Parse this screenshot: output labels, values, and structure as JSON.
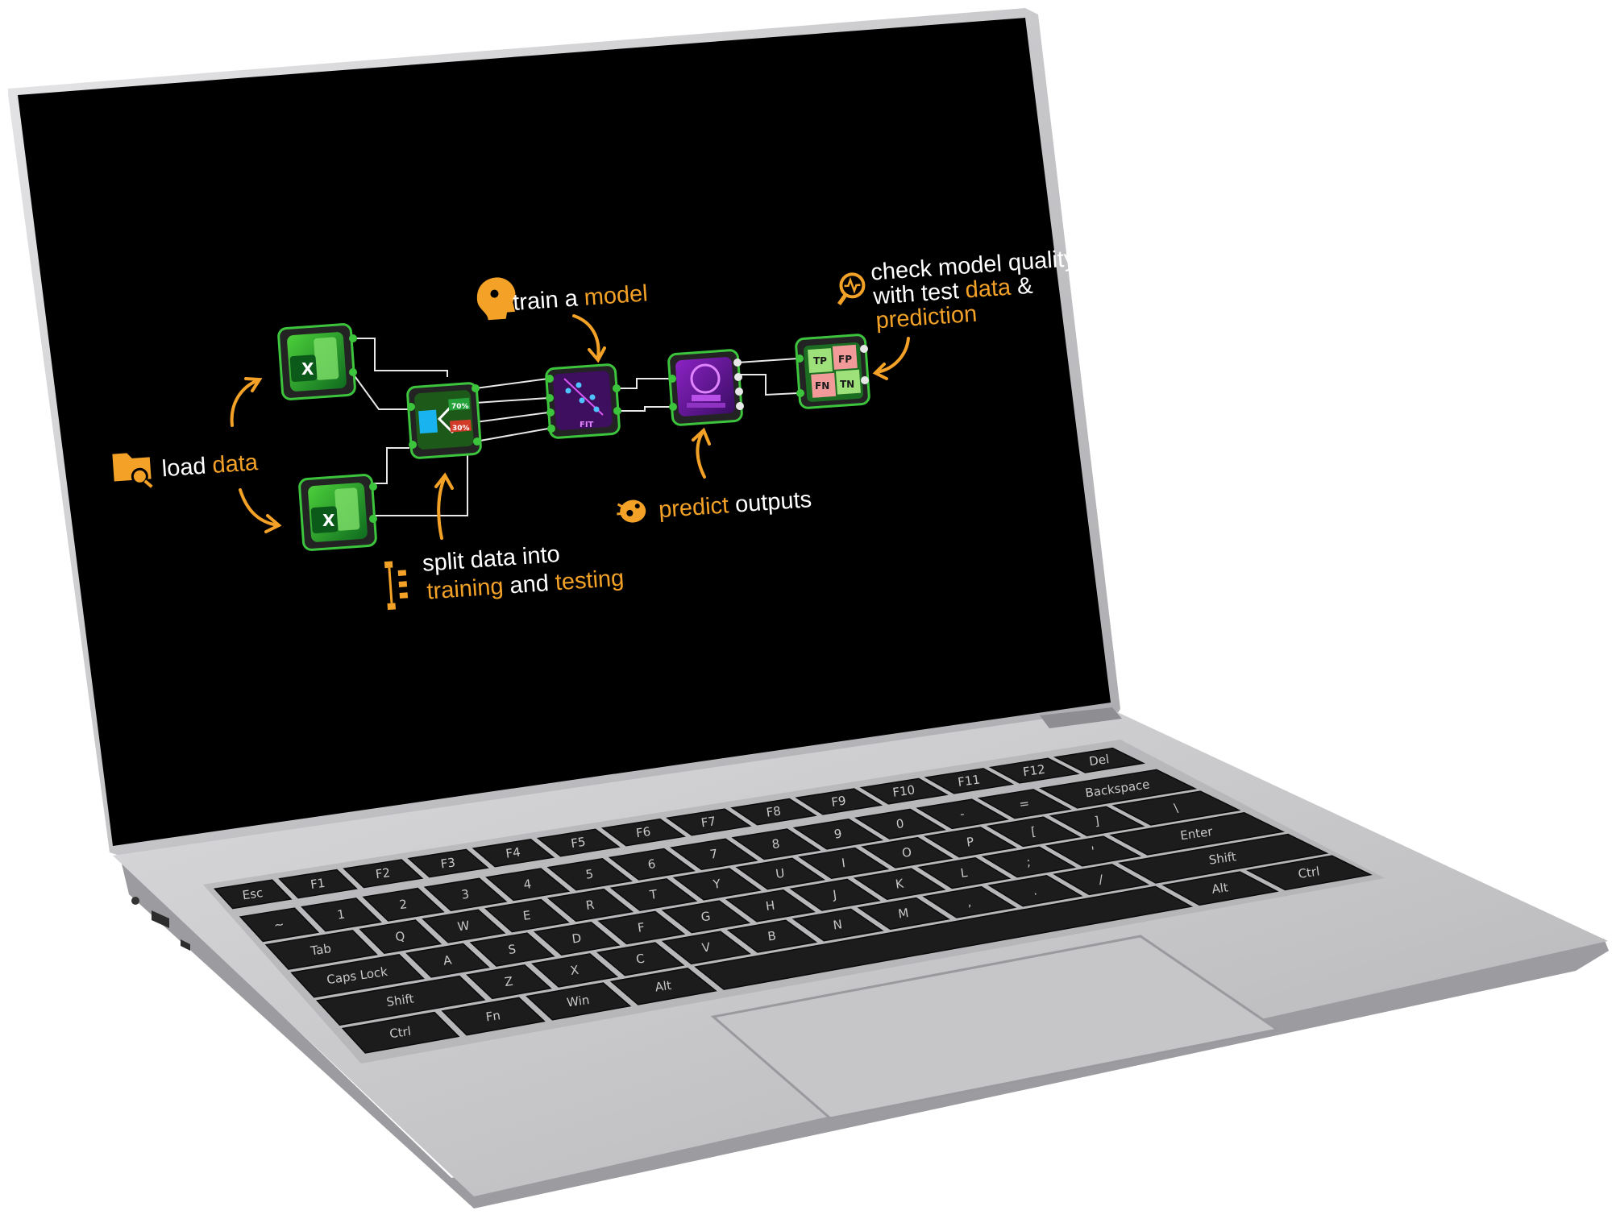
{
  "labels": {
    "load": {
      "pre": "load ",
      "hl": "data"
    },
    "split_line1": "split data into",
    "split_line2": {
      "hl1": "training",
      "mid": " and ",
      "hl2": "testing"
    },
    "train": {
      "pre": "train a ",
      "hl": "model"
    },
    "predict": {
      "hl": "predict",
      "post": " outputs"
    },
    "check_line1": "check model quality",
    "check_line2": {
      "pre": "with test ",
      "hl": "data",
      "post": " &"
    },
    "check_line3": "prediction"
  },
  "splitter": {
    "train_pct": "70%",
    "test_pct": "30%"
  },
  "fit_label": "FIT",
  "confusion": {
    "tp": "TP",
    "fp": "FP",
    "fn": "FN",
    "tn": "TN"
  },
  "excel_letter": "X",
  "icons": [
    "folder-search-icon",
    "tree-split-icon",
    "brain-gear-icon",
    "brain-cogs-icon",
    "magnifier-wave-icon"
  ],
  "colors": {
    "accent": "#f3a227",
    "node_green": "#3cc43c",
    "screen": "#000000",
    "body": "#c8c8c8"
  },
  "keyboard": {
    "row1": [
      "Esc",
      "F1",
      "F2",
      "F3",
      "F4",
      "F5",
      "F6",
      "F7",
      "F8",
      "F9",
      "F10",
      "F11",
      "F12",
      "Del"
    ],
    "row2": [
      "~",
      "1",
      "2",
      "3",
      "4",
      "5",
      "6",
      "7",
      "8",
      "9",
      "0",
      "-",
      "=",
      "Backspace"
    ],
    "row3": [
      "Tab",
      "Q",
      "W",
      "E",
      "R",
      "T",
      "Y",
      "U",
      "I",
      "O",
      "P",
      "[",
      "]",
      "\\"
    ],
    "row4": [
      "Caps Lock",
      "A",
      "S",
      "D",
      "F",
      "G",
      "H",
      "J",
      "K",
      "L",
      ";",
      "'",
      "Enter"
    ],
    "row5": [
      "Shift",
      "Z",
      "X",
      "C",
      "V",
      "B",
      "N",
      "M",
      ",",
      ".",
      "/",
      "Shift"
    ],
    "row6": [
      "Ctrl",
      "Fn",
      "Win",
      "Alt",
      "",
      "Alt",
      "Ctrl"
    ]
  }
}
